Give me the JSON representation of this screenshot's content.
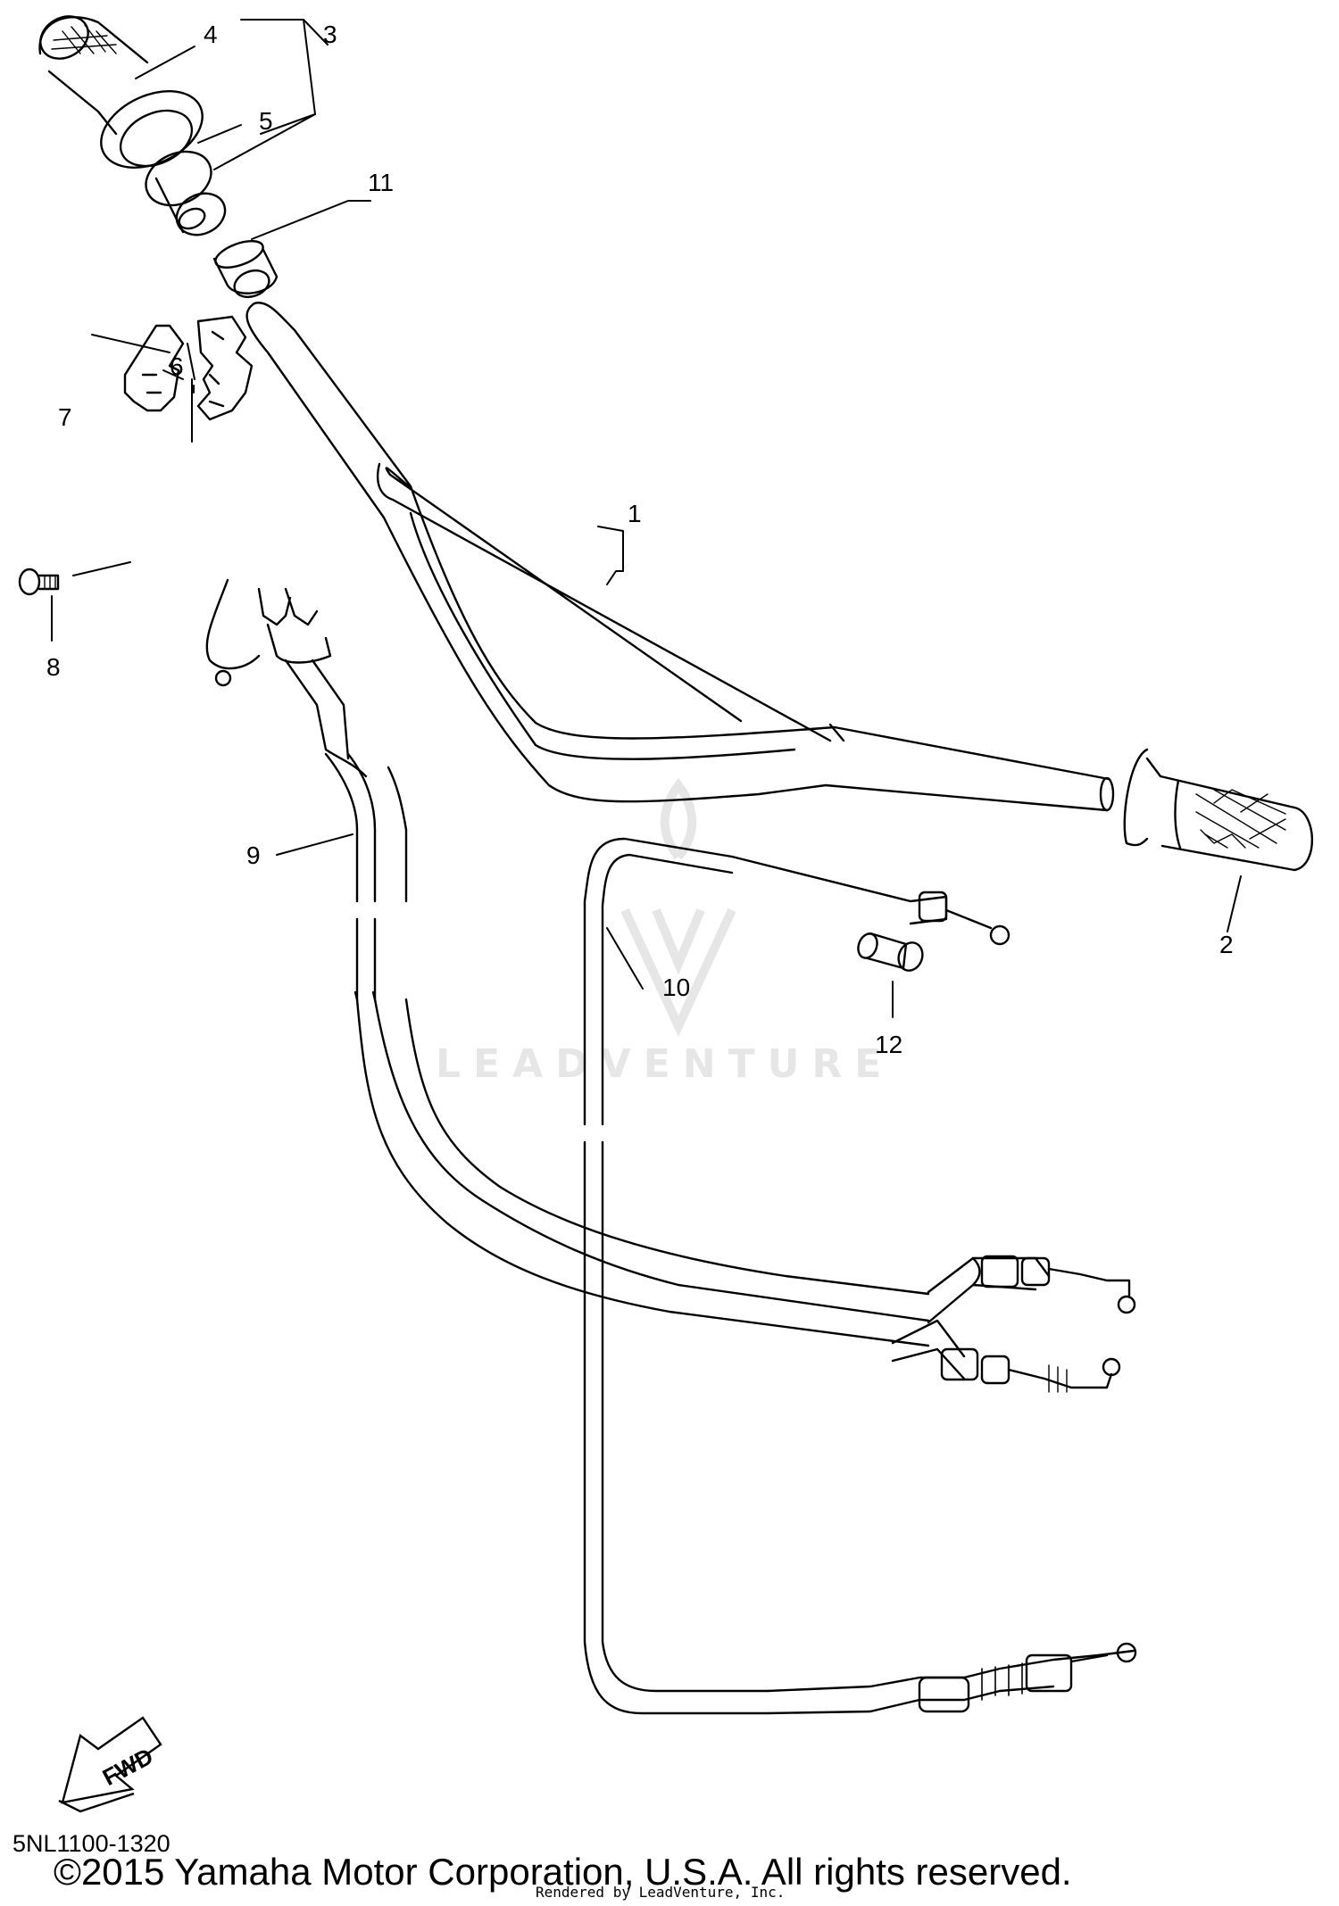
{
  "callouts": [
    {
      "id": "1",
      "label": "1"
    },
    {
      "id": "2",
      "label": "2"
    },
    {
      "id": "3",
      "label": "3"
    },
    {
      "id": "4",
      "label": "4"
    },
    {
      "id": "5",
      "label": "5"
    },
    {
      "id": "6",
      "label": "6"
    },
    {
      "id": "7",
      "label": "7"
    },
    {
      "id": "8",
      "label": "8"
    },
    {
      "id": "9",
      "label": "9"
    },
    {
      "id": "10",
      "label": "10"
    },
    {
      "id": "11",
      "label": "11"
    },
    {
      "id": "12",
      "label": "12"
    }
  ],
  "fwd_label": "FWD",
  "diagram_code": "5NL1100-1320",
  "copyright": "©2015 Yamaha Motor Corporation, U.S.A. All rights reserved.",
  "rendered_by": "Rendered by LeadVenture, Inc.",
  "watermark": "LEADVENTURE",
  "colors": {
    "ink": "#000000",
    "watermark": "#e6e6e6",
    "paper": "#ffffff"
  }
}
